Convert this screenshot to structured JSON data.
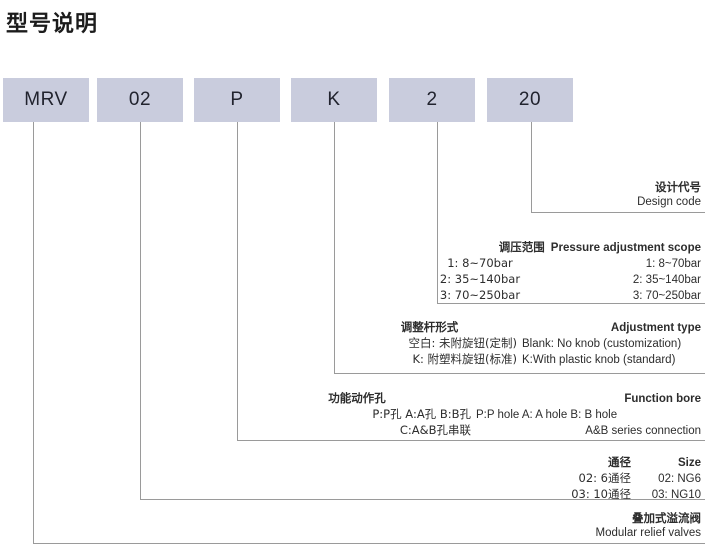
{
  "title": "型号说明",
  "model_boxes": [
    {
      "name": "series",
      "label": "MRV"
    },
    {
      "name": "size",
      "label": "02"
    },
    {
      "name": "function-bore",
      "label": "P"
    },
    {
      "name": "adjustment-type",
      "label": "K"
    },
    {
      "name": "pressure-scope",
      "label": "2"
    },
    {
      "name": "design-code",
      "label": "20"
    }
  ],
  "annotations": [
    {
      "key": "design_code",
      "cn_title": "设计代号",
      "en_title": "Design code",
      "rows": []
    },
    {
      "key": "pressure_scope",
      "cn_title": "调压范围",
      "en_title": "Pressure adjustment scope",
      "rows": [
        {
          "cn": "1: 8~70bar",
          "en": "1: 8~70bar"
        },
        {
          "cn": "2: 35~140bar",
          "en": "2: 35~140bar"
        },
        {
          "cn": "3: 70~250bar",
          "en": "3: 70~250bar"
        }
      ]
    },
    {
      "key": "adjustment_type",
      "cn_title": "调整杆形式",
      "en_title": "Adjustment type",
      "rows": [
        {
          "cn": "空白: 未附旋钮(定制)",
          "en": "Blank: No knob (customization)"
        },
        {
          "cn": "K: 附塑料旋钮(标准)",
          "en": "K:With plastic knob (standard)"
        }
      ]
    },
    {
      "key": "function_bore",
      "cn_title": "功能动作孔",
      "en_title": "Function bore",
      "rows": [
        {
          "cn": "P:P孔  A:A孔  B:B孔",
          "en": "P:P hole   A: A hole   B: B hole"
        },
        {
          "cn": "C:A&B孔串联",
          "en": "A&B series connection"
        }
      ]
    },
    {
      "key": "size",
      "cn_title": "通径",
      "en_title": "Size",
      "rows": [
        {
          "cn": "02: 6通径",
          "en": "02: NG6"
        },
        {
          "cn": "03: 10通径",
          "en": "03: NG10"
        }
      ]
    },
    {
      "key": "series",
      "cn_title": "叠加式溢流阀",
      "en_title": "Modular relief valves",
      "rows": []
    }
  ],
  "colors": {
    "box_fill": "#c9ccdd",
    "line": "#9a9a9a",
    "text": "#2d2d2d"
  }
}
